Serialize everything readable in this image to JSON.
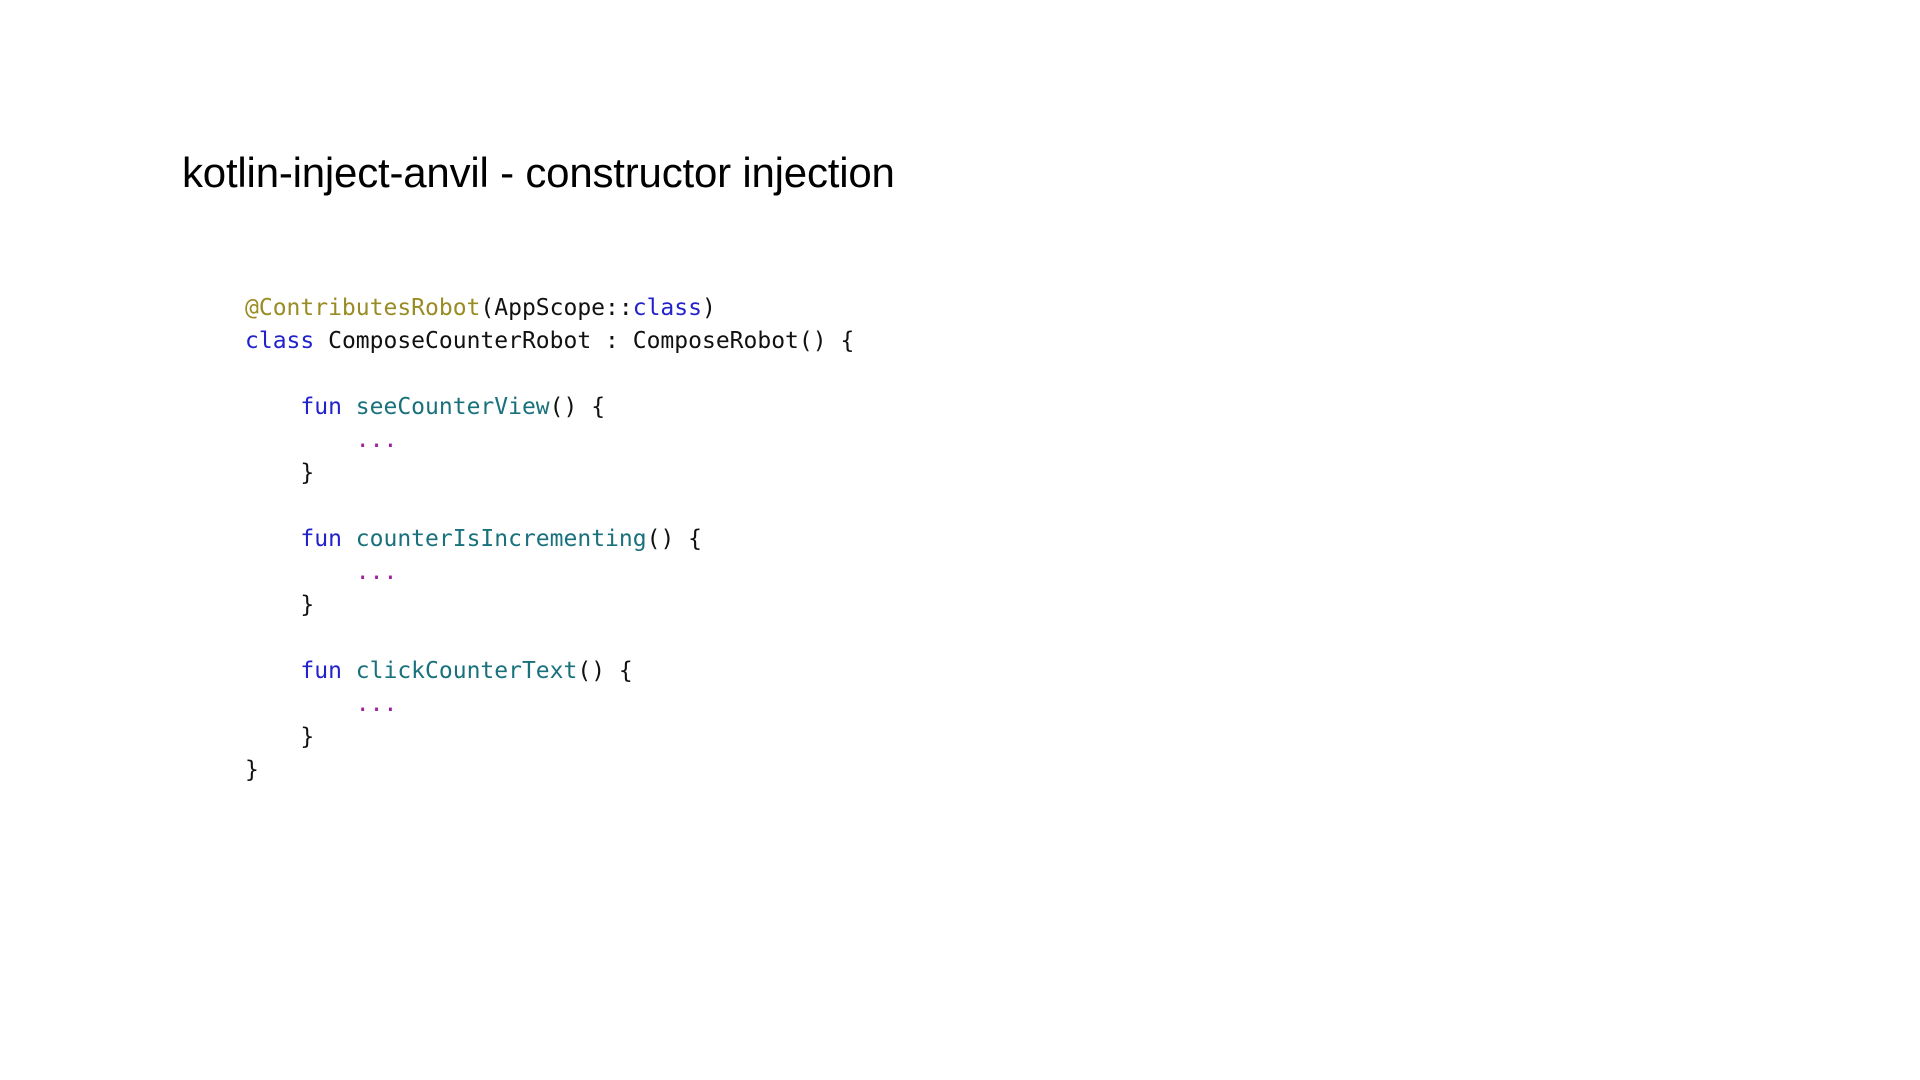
{
  "slide": {
    "title": "kotlin-inject-anvil - constructor injection",
    "background_color": "#ffffff"
  },
  "colors": {
    "text": "#111111",
    "annotation": "#9A8C24",
    "keyword": "#2222CC",
    "function": "#19717C",
    "ellipsis": "#A020A0",
    "title": "#000000"
  },
  "code": {
    "language": "kotlin",
    "raw": "@ContributesRobot(AppScope::class)\nclass ComposeCounterRobot : ComposeRobot() {\n\n    fun seeCounterView() {\n        ...\n    }\n\n    fun counterIsIncrementing() {\n        ...\n    }\n\n    fun clickCounterText() {\n        ...\n    }\n}",
    "lines": [
      {
        "id": "line-1",
        "tokens": [
          {
            "t": "@ContributesRobot",
            "c": "annotation"
          },
          {
            "t": "(AppScope::",
            "c": "plain"
          },
          {
            "t": "class",
            "c": "keyword"
          },
          {
            "t": ")",
            "c": "plain"
          }
        ]
      },
      {
        "id": "line-2",
        "tokens": [
          {
            "t": "class",
            "c": "keyword"
          },
          {
            "t": " ComposeCounterRobot : ComposeRobot() {",
            "c": "plain"
          }
        ]
      },
      {
        "id": "line-3",
        "tokens": []
      },
      {
        "id": "line-4",
        "tokens": [
          {
            "t": "    ",
            "c": "plain"
          },
          {
            "t": "fun",
            "c": "keyword"
          },
          {
            "t": " ",
            "c": "plain"
          },
          {
            "t": "seeCounterView",
            "c": "function"
          },
          {
            "t": "() {",
            "c": "plain"
          }
        ]
      },
      {
        "id": "line-5",
        "tokens": [
          {
            "t": "        ",
            "c": "plain"
          },
          {
            "t": "...",
            "c": "ellipsis"
          }
        ]
      },
      {
        "id": "line-6",
        "tokens": [
          {
            "t": "    }",
            "c": "plain"
          }
        ]
      },
      {
        "id": "line-7",
        "tokens": []
      },
      {
        "id": "line-8",
        "tokens": [
          {
            "t": "    ",
            "c": "plain"
          },
          {
            "t": "fun",
            "c": "keyword"
          },
          {
            "t": " ",
            "c": "plain"
          },
          {
            "t": "counterIsIncrementing",
            "c": "function"
          },
          {
            "t": "() {",
            "c": "plain"
          }
        ]
      },
      {
        "id": "line-9",
        "tokens": [
          {
            "t": "        ",
            "c": "plain"
          },
          {
            "t": "...",
            "c": "ellipsis"
          }
        ]
      },
      {
        "id": "line-10",
        "tokens": [
          {
            "t": "    }",
            "c": "plain"
          }
        ]
      },
      {
        "id": "line-11",
        "tokens": []
      },
      {
        "id": "line-12",
        "tokens": [
          {
            "t": "    ",
            "c": "plain"
          },
          {
            "t": "fun",
            "c": "keyword"
          },
          {
            "t": " ",
            "c": "plain"
          },
          {
            "t": "clickCounterText",
            "c": "function"
          },
          {
            "t": "() {",
            "c": "plain"
          }
        ]
      },
      {
        "id": "line-13",
        "tokens": [
          {
            "t": "        ",
            "c": "plain"
          },
          {
            "t": "...",
            "c": "ellipsis"
          }
        ]
      },
      {
        "id": "line-14",
        "tokens": [
          {
            "t": "    }",
            "c": "plain"
          }
        ]
      },
      {
        "id": "line-15",
        "tokens": [
          {
            "t": "}",
            "c": "plain"
          }
        ]
      }
    ]
  }
}
